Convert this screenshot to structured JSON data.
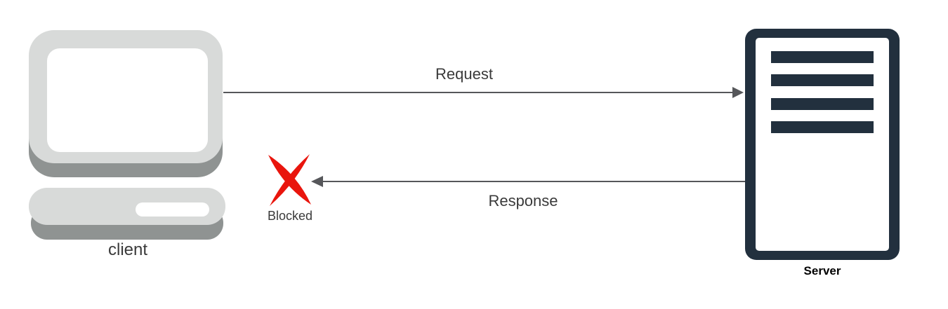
{
  "nodes": {
    "client": {
      "label": "client",
      "icon": "desktop-computer-icon"
    },
    "server": {
      "label": "Server",
      "icon": "server-tower-icon"
    }
  },
  "edges": {
    "request": {
      "label": "Request",
      "from": "client",
      "to": "server",
      "blocked": false
    },
    "response": {
      "label": "Response",
      "from": "server",
      "to": "client",
      "blocked": true,
      "blocked_label": "Blocked",
      "blocked_icon": "red-x-icon"
    }
  },
  "colors": {
    "background": "#ffffff",
    "client-gray": "#d8dad9",
    "client-shadow": "#8f9392",
    "server-navy": "#22303e",
    "arrow-gray": "#56575a",
    "blocked-red": "#e9150d",
    "label-dark": "#3a3a3a",
    "server-label-color": "#000000"
  }
}
